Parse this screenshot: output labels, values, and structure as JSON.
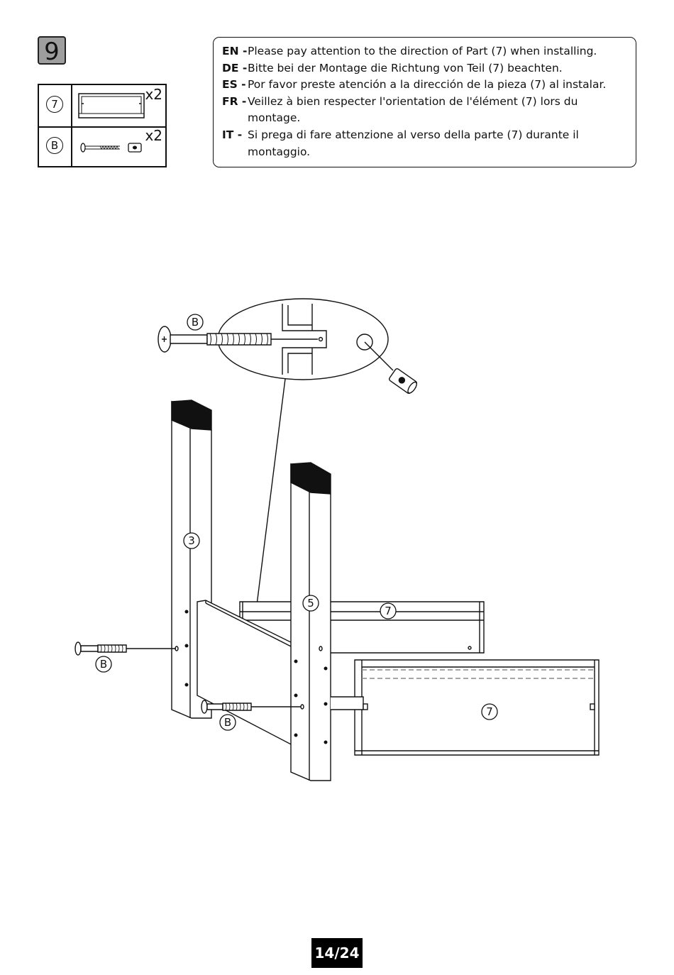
{
  "step": {
    "number": "9"
  },
  "parts": [
    {
      "id": "7",
      "qty": "x2",
      "icon": "panel-icon"
    },
    {
      "id": "B",
      "qty": "x2",
      "icon": "bolt-with-barrel-nut-icon"
    }
  ],
  "notes": [
    {
      "code": "EN -",
      "text": "Please pay attention to the direction of Part (7) when installing."
    },
    {
      "code": "DE -",
      "text": "Bitte bei der Montage die Richtung von Teil (7) beachten."
    },
    {
      "code": "ES  -",
      "text": "Por favor preste atención a la dirección de la pieza (7) al instalar."
    },
    {
      "code": "FR -",
      "text": "Veillez à bien respecter l'orientation de l'élément (7) lors du montage."
    },
    {
      "code": "IT  -",
      "text": "Si prega di fare attenzione al verso della parte (7) durante il montaggio."
    }
  ],
  "diagram_labels": {
    "detail_bolt": "B",
    "leg_left": "3",
    "leg_right": "5",
    "rail_back": "7",
    "rail_front": "7",
    "bolt_left": "B",
    "bolt_middle": "B"
  },
  "footer": {
    "page": "14/24"
  }
}
